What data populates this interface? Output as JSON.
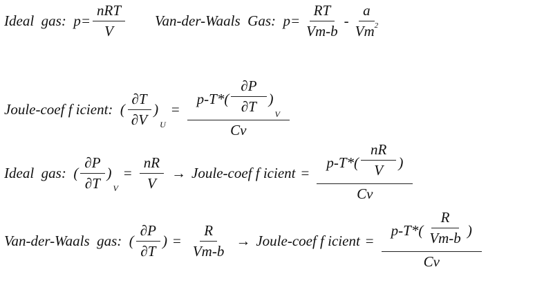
{
  "eq1": {
    "label": "Ideal  gas:  p=",
    "num": "nRT",
    "den": "V"
  },
  "eq2": {
    "label": "Van-der-Waals  Gas:  p=",
    "num1": "RT",
    "den1": "Vm-b",
    "minus": "-",
    "num2": "a",
    "den2": "Vm",
    "exp": "2"
  },
  "eq3": {
    "label": "Joule-coef f icient:  (",
    "dnum": "∂T",
    "dden": "∂V",
    "close": ")",
    "sub": "U",
    "eq": "=",
    "outer_pre": "p-T*(",
    "inum": "∂P",
    "iden": "∂T",
    "iclose": ")",
    "isub": "V",
    "outer_den": "Cv"
  },
  "eq4": {
    "label": "Ideal  gas:  (",
    "dnum": "∂P",
    "dden": "∂T",
    "close": ")",
    "sub": "V",
    "eq": "=",
    "rnum": "nR",
    "rden": "V",
    "arrow": "→",
    "joule": "Joule-coef f icient",
    "eq2": "=",
    "outer_pre": "p-T*(",
    "inum": "nR",
    "iden": "V",
    "iclose": ")",
    "outer_den": "Cv"
  },
  "eq5": {
    "label": "Van-der-Waals  gas:  (",
    "dnum": "∂P",
    "dden": "∂T",
    "close": ")",
    "eq": "=",
    "rnum": "R",
    "rden": "Vm-b",
    "arrow": "→",
    "joule": "Joule-coef f icient",
    "eq2": "=",
    "outer_pre": "p-T*(",
    "inum": "R",
    "iden": "Vm-b",
    "iclose": ")",
    "outer_den": "Cv"
  }
}
